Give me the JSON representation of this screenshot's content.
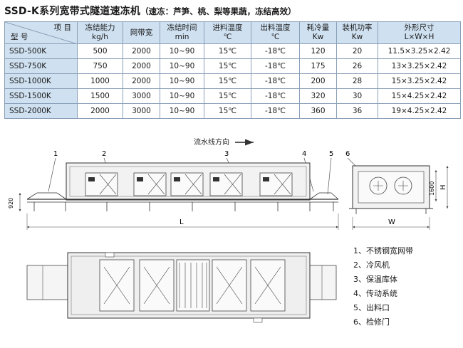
{
  "title": {
    "main": "SSD-K系列宽带式隧道速冻机",
    "sub": "（速冻：芦笋、桃、梨等果蔬，冻结高效）"
  },
  "table": {
    "corner_top": "项 目",
    "corner_bottom": "型 号",
    "headers": [
      [
        "冻结能力",
        "kg/h"
      ],
      [
        "网带宽",
        ""
      ],
      [
        "冻结时间",
        "min"
      ],
      [
        "进料温度",
        "℃"
      ],
      [
        "出料温度",
        "℃"
      ],
      [
        "耗冷量",
        "Kw"
      ],
      [
        "装机功率",
        "Kw"
      ],
      [
        "外形尺寸",
        "L×W×H"
      ]
    ],
    "rows": [
      [
        "SSD-500K",
        "500",
        "2000",
        "10~90",
        "15℃",
        "-18℃",
        "120",
        "20",
        "11.5×3.25×2.42"
      ],
      [
        "SSD-750K",
        "750",
        "2000",
        "10~90",
        "15℃",
        "-18℃",
        "175",
        "26",
        "13×3.25×2.42"
      ],
      [
        "SSD-1000K",
        "1000",
        "2000",
        "10~90",
        "15℃",
        "-18℃",
        "200",
        "28",
        "15×3.25×2.42"
      ],
      [
        "SSD-1500K",
        "1500",
        "3000",
        "10~90",
        "15℃",
        "-18℃",
        "320",
        "30",
        "15×4.25×2.42"
      ],
      [
        "SSD-2000K",
        "2000",
        "3000",
        "10~90",
        "15℃",
        "-18℃",
        "360",
        "36",
        "19×4.25×2.42"
      ]
    ]
  },
  "drawing": {
    "flow_label": "流水线方向",
    "callouts": [
      "1",
      "2",
      "3",
      "4",
      "5",
      "6"
    ],
    "dim_920": "920",
    "dim_L": "L",
    "dim_1600": "1600",
    "dim_H": "H",
    "dim_W": "W"
  },
  "legend": [
    "1、不锈钢宽网带",
    "2、冷风机",
    "3、保温库体",
    "4、传动系统",
    "5、出料口",
    "6、检修门"
  ]
}
